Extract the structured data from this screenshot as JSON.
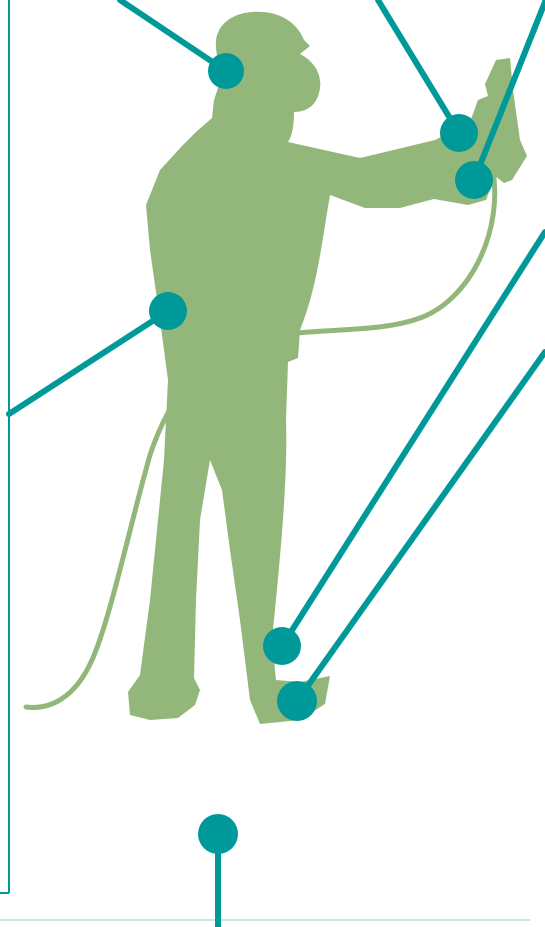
{
  "colors": {
    "figure": "#93b77a",
    "accent": "#009999",
    "baseline": "#c7e6e6",
    "background": "#ffffff"
  },
  "figure": {
    "icon": "spray-painter-silhouette-icon"
  },
  "callouts": [
    {
      "name": "callout-head-marker"
    },
    {
      "name": "callout-spray-gun-nozzle-marker"
    },
    {
      "name": "callout-spray-gun-grip-marker"
    },
    {
      "name": "callout-torso-marker"
    },
    {
      "name": "callout-left-shoe-marker"
    },
    {
      "name": "callout-right-shoe-marker"
    },
    {
      "name": "callout-bottom-marker"
    }
  ]
}
